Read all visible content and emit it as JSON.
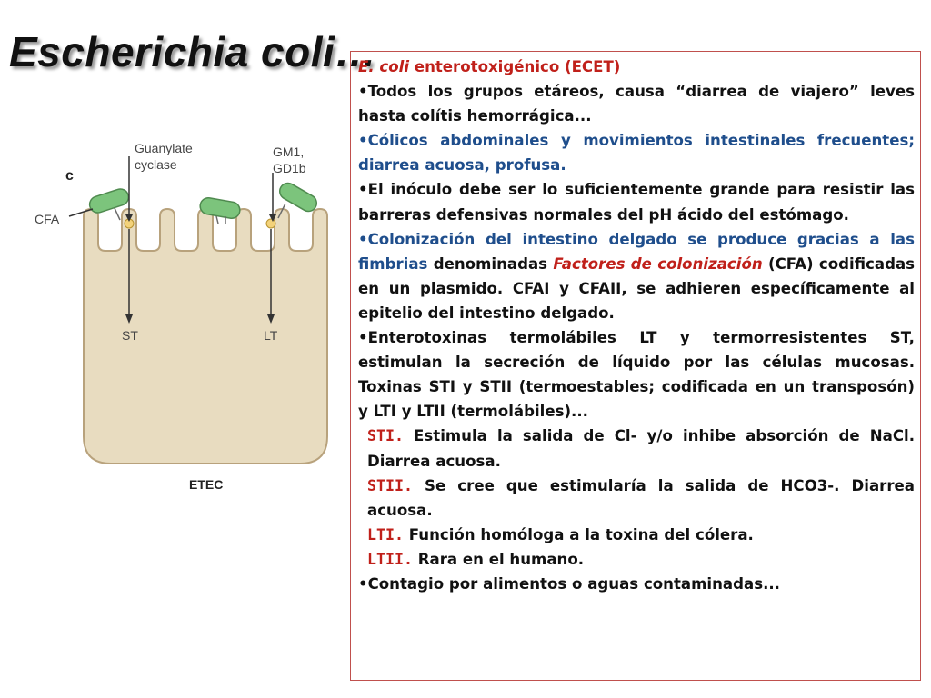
{
  "slide": {
    "title": "Escherichia coli…"
  },
  "figure": {
    "panel_letter": "c",
    "label_guanylate": "Guanylate",
    "label_cyclase": "cyclase",
    "label_gm1": "GM1,",
    "label_gd1b": "GD1b",
    "label_cfa": "CFA",
    "label_st": "ST",
    "label_lt": "LT",
    "label_etec": "ETEC",
    "colors": {
      "cell": "#e8dcc0",
      "cell_outline": "#b8a27c",
      "bacteria": "#7cc47c",
      "receptor": "#f3d27a"
    }
  },
  "content": {
    "heading_italic": "E. coli",
    "heading_rest": " enterotoxigénico (ECET)",
    "p1": "•Todos los grupos etáreos, causa “diarrea de viajero” leves hasta colítis hemorrágica...",
    "p2": "•Cólicos abdominales y movimientos intestinales frecuentes; diarrea acuosa, profusa.",
    "p3": "•El inóculo debe ser lo suficientemente grande para resistir las barreras defensivas normales del pH ácido del estómago.",
    "p4_a": "•Colonización del intestino delgado se produce gracias a las fimbrias",
    "p4_b": " denominadas ",
    "p4_c": "Factores de colonización",
    "p4_d": " (CFA) codificadas en un plasmido. CFAI y CFAII, se adhieren específicamente al epitelio del intestino delgado.",
    "p5": "•Enterotoxinas termolábiles LT y termorresistentes ST, estimulan la secreción de líquido por las células mucosas. Toxinas STI y STII (termoestables; codificada en un transposón) y LTI y LTII (termolábiles)...",
    "sti_label": "STI.",
    "sti_text": " Estimula la salida de Cl- y/o inhibe absorción de NaCl. Diarrea acuosa.",
    "stii_label": "STII.",
    "stii_text": " Se cree que estimularía la salida de HCO3-. Diarrea acuosa.",
    "lti_label": "LTI.",
    "lti_text": " Función homóloga a la toxina del cólera.",
    "ltii_label": "LTII.",
    "ltii_text": " Rara en el humano.",
    "p6": "•Contagio por alimentos o aguas contaminadas..."
  }
}
